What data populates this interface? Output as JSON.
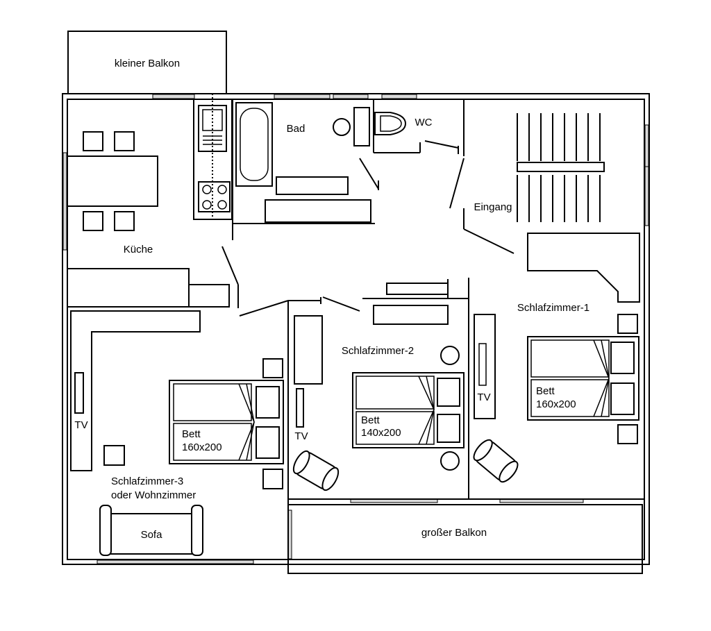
{
  "rooms": {
    "kleiner_balkon": "kleiner Balkon",
    "bad": "Bad",
    "wc": "WC",
    "kueche": "Küche",
    "eingang": "Eingang",
    "schlafzimmer_1": "Schlafzimmer-1",
    "schlafzimmer_2": "Schlafzimmer-2",
    "schlafzimmer_3_line1": "Schlafzimmer-3",
    "schlafzimmer_3_line2": "oder Wohnzimmer",
    "grosser_balkon": "großer Balkon"
  },
  "furniture": {
    "bed1_line1": "Bett",
    "bed1_line2": "160x200",
    "bed2_line1": "Bett",
    "bed2_line2": "140x200",
    "bed3_line1": "Bett",
    "bed3_line2": "160x200",
    "tv": "TV",
    "sofa": "Sofa"
  }
}
